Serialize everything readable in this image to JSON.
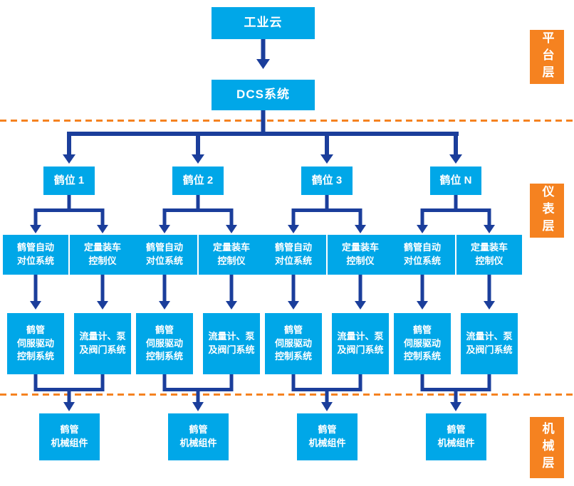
{
  "colors": {
    "cyan": "#00a7e8",
    "navy": "#1b3e9b",
    "orange": "#f58220"
  },
  "platform": {
    "cloud_label": "工业云",
    "dcs_label": "DCS系统"
  },
  "layer_labels": {
    "platform": "平台层",
    "instrument": "仪表层",
    "machine": "机械层"
  },
  "stations": [
    {
      "label": "鹤位 1"
    },
    {
      "label": "鹤位 2"
    },
    {
      "label": "鹤位 3"
    },
    {
      "label": "鹤位 N"
    }
  ],
  "boxes": {
    "align_line1": "鹤管自动",
    "align_line2": "对位系统",
    "loader_line1": "定量装车",
    "loader_line2": "控制仪",
    "servo_line1": "鹤管",
    "servo_line2": "伺服驱动",
    "servo_line3": "控制系统",
    "flow_line1": "流量计、泵",
    "flow_line2": "及阀门系统",
    "machine_line1": "鹤管",
    "machine_line2": "机械组件"
  }
}
